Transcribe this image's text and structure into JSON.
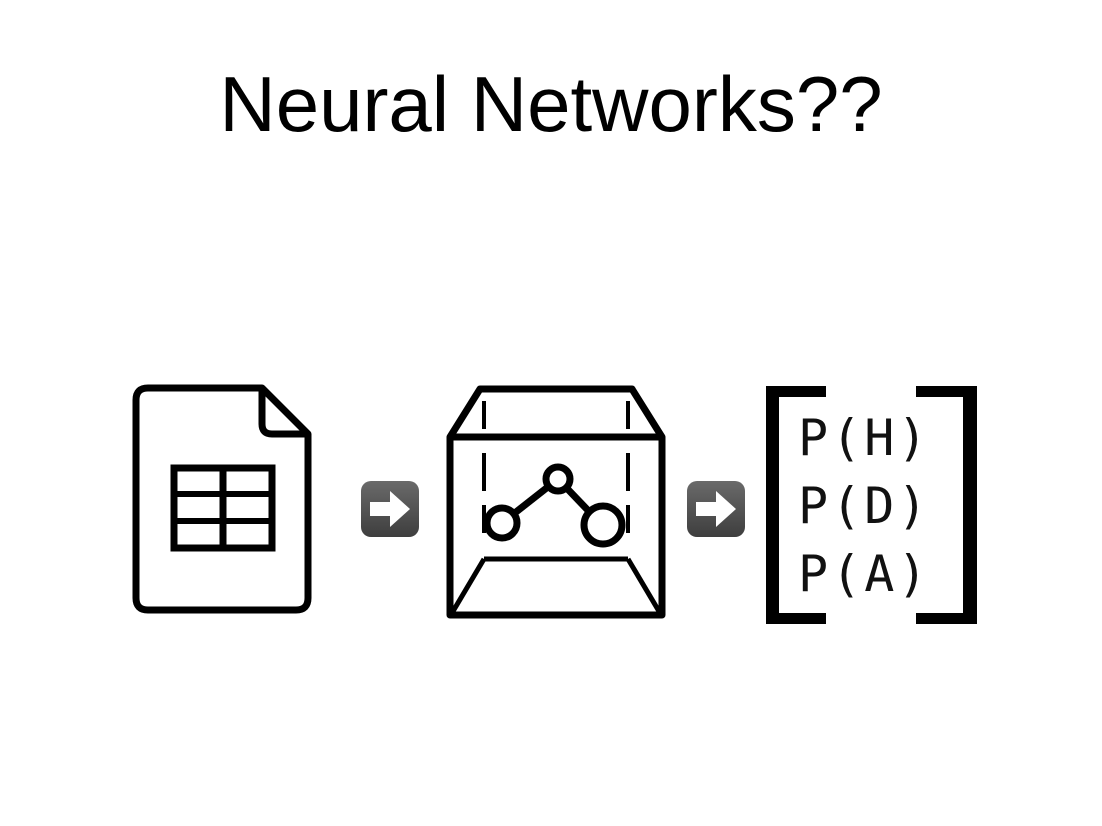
{
  "slide": {
    "title": "Neural Networks??"
  },
  "diagram": {
    "steps": [
      {
        "icon": "spreadsheet-file-icon"
      },
      {
        "icon": "arrow-right-icon"
      },
      {
        "icon": "model-box-icon"
      },
      {
        "icon": "arrow-right-icon"
      },
      {
        "icon": "probability-vector-icon"
      }
    ],
    "outputs": [
      "P(H)",
      "P(D)",
      "P(A)"
    ]
  },
  "colors": {
    "stroke": "#000000",
    "arrow_bg": "#555555",
    "arrow_fg": "#ffffff"
  }
}
